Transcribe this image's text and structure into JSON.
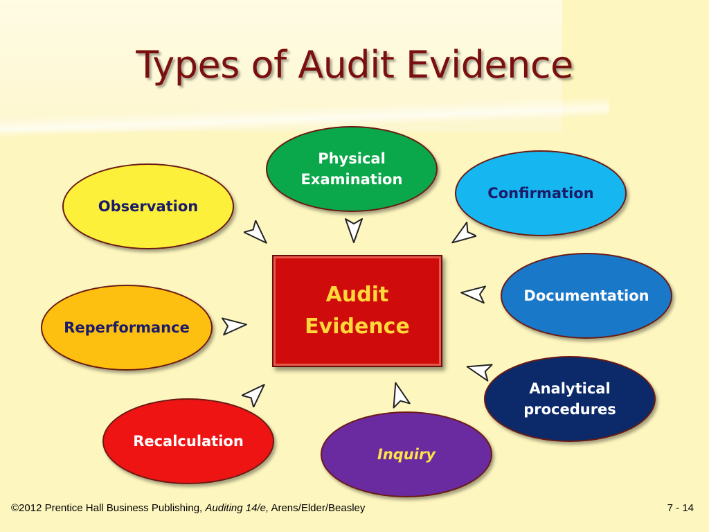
{
  "title": "Types of Audit Evidence",
  "center": {
    "line1": "Audit",
    "line2": "Evidence"
  },
  "nodes": [
    {
      "id": "observation",
      "lines": [
        "Observation"
      ],
      "fill": "#fdf03a",
      "text_color": "#1b1b6a"
    },
    {
      "id": "physical-examination",
      "lines": [
        "Physical",
        "Examination"
      ],
      "fill": "#0aa84a",
      "text_color": "#ffffff"
    },
    {
      "id": "confirmation",
      "lines": [
        "Confirmation"
      ],
      "fill": "#16b6f0",
      "text_color": "#1b1b6a"
    },
    {
      "id": "documentation",
      "lines": [
        "Documentation"
      ],
      "fill": "#1a78c8",
      "text_color": "#ffffff"
    },
    {
      "id": "analytical-procedures",
      "lines": [
        "Analytical",
        "procedures"
      ],
      "fill": "#0c2a6a",
      "text_color": "#ffffff"
    },
    {
      "id": "inquiry",
      "lines": [
        "Inquiry"
      ],
      "fill": "#6a2aa0",
      "text_color": "#ffe24a"
    },
    {
      "id": "recalculation",
      "lines": [
        "Recalculation"
      ],
      "fill": "#ee1414",
      "text_color": "#ffffff"
    },
    {
      "id": "reperformance",
      "lines": [
        "Reperformance"
      ],
      "fill": "#fdc010",
      "text_color": "#1b1b6a"
    }
  ],
  "footer": {
    "prefix": "©2012 Prentice Hall Business Publishing, ",
    "book": "Auditing 14/e,",
    "suffix": " Arens/Elder/Beasley",
    "page": "7 - 14"
  }
}
